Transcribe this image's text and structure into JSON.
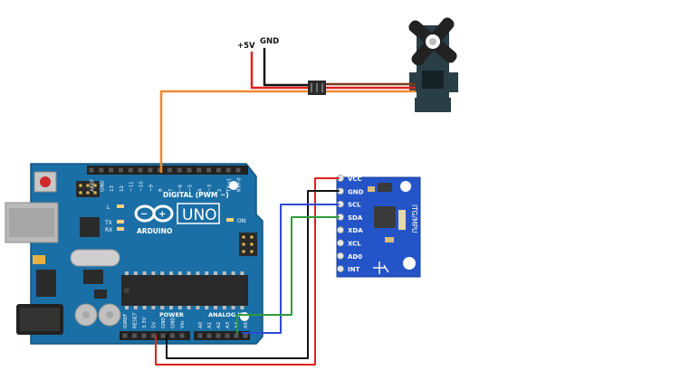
{
  "power_labels": {
    "vcc": "+5V",
    "gnd": "GND"
  },
  "arduino": {
    "model": "UNO",
    "brand": "ARDUINO",
    "digital_header": "DIGITAL (PWM ~)",
    "digital_pins": [
      "AREF",
      "GND",
      "13",
      "12",
      "~11",
      "~10",
      "~9",
      "8",
      "7",
      "~6",
      "~5",
      "4",
      "~3",
      "2",
      "TX→1",
      "RX←0"
    ],
    "power_header": "POWER",
    "power_pins": [
      "IOREF",
      "RESET",
      "3.3V",
      "5V",
      "GND",
      "GND",
      "Vin"
    ],
    "analog_header": "ANALOG IN",
    "analog_pins": [
      "A0",
      "A1",
      "A2",
      "A3",
      "A4",
      "A5"
    ],
    "led_labels": {
      "l": "L",
      "tx": "TX",
      "rx": "RX",
      "on": "ON"
    }
  },
  "mpu": {
    "name": "ITG/MPU",
    "pins": [
      "VCC",
      "GND",
      "SCL",
      "SDA",
      "XDA",
      "XCL",
      "AD0",
      "INT"
    ]
  },
  "colors": {
    "board": "#1a6fa6",
    "mpu_board": "#2454c8",
    "wire_vcc": "#e02020",
    "wire_gnd": "#111111",
    "wire_signal": "#f08a30",
    "wire_scl": "#2e4bd6",
    "wire_sda": "#2f9a3a",
    "servo_body": "#2a3f45"
  }
}
